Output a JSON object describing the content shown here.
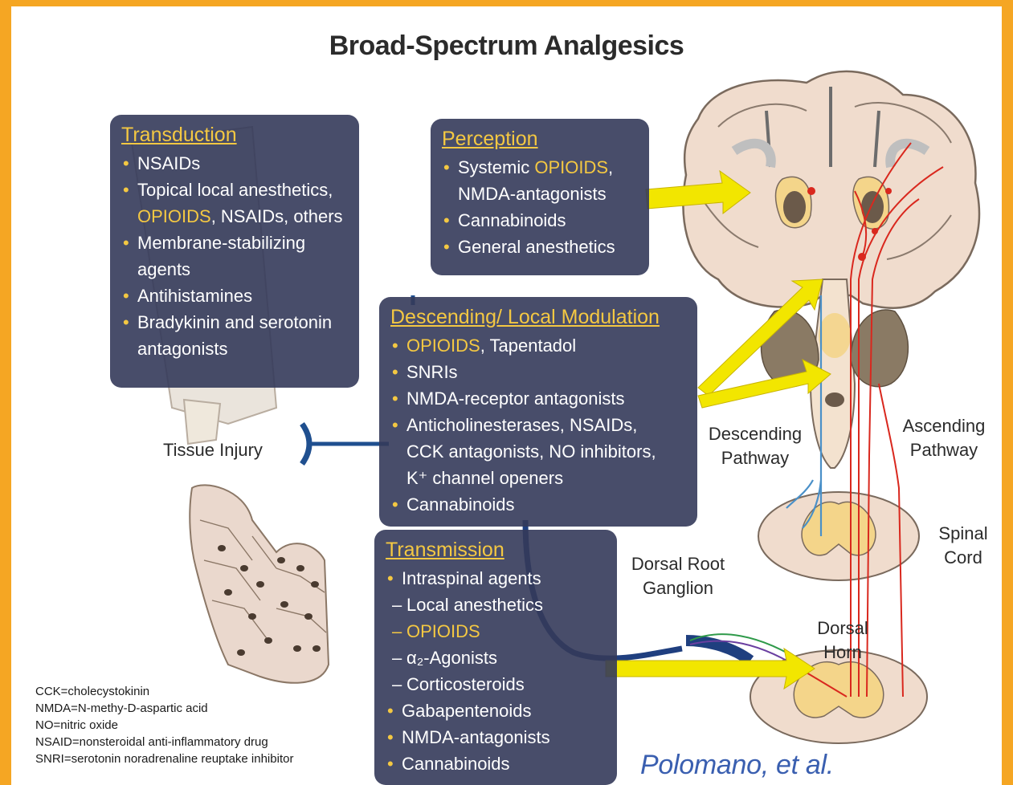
{
  "title": "Broad-Spectrum Analgesics",
  "transduction": {
    "heading": "Transduction",
    "items": [
      {
        "parts": [
          "NSAIDs"
        ]
      },
      {
        "parts": [
          "Topical local anesthetics,"
        ]
      },
      {
        "parts": [
          "OPIOIDS",
          ", NSAIDs, others"
        ],
        "cont": true
      },
      {
        "parts": [
          "Membrane-stabilizing"
        ]
      },
      {
        "parts": [
          "agents"
        ],
        "cont": true
      },
      {
        "parts": [
          "Antihistamines"
        ]
      },
      {
        "parts": [
          "Bradykinin and serotonin"
        ]
      },
      {
        "parts": [
          "antagonists"
        ],
        "cont": true
      }
    ]
  },
  "perception": {
    "heading": "Perception",
    "items": [
      {
        "parts": [
          "Systemic ",
          "OPIOIDS",
          ","
        ]
      },
      {
        "parts": [
          "NMDA-antagonists"
        ],
        "cont": true
      },
      {
        "parts": [
          "Cannabinoids"
        ]
      },
      {
        "parts": [
          "General anesthetics"
        ]
      }
    ]
  },
  "modulation": {
    "heading": "Descending/ Local Modulation",
    "items": [
      {
        "parts": [
          "OPIOIDS",
          ", Tapentadol"
        ]
      },
      {
        "parts": [
          "SNRIs"
        ]
      },
      {
        "parts": [
          "NMDA-receptor antagonists"
        ]
      },
      {
        "parts": [
          "Anticholinesterases, NSAIDs,"
        ]
      },
      {
        "parts": [
          "CCK antagonists, NO inhibitors,"
        ],
        "cont": true
      },
      {
        "parts": [
          "K⁺ channel openers"
        ],
        "cont": true
      },
      {
        "parts": [
          "Cannabinoids"
        ]
      }
    ]
  },
  "transmission": {
    "heading": "Transmission",
    "items": [
      {
        "parts": [
          "Intraspinal agents"
        ]
      },
      {
        "parts": [
          "Local anesthetics"
        ],
        "sub": true
      },
      {
        "parts": [
          "OPIOIDS"
        ],
        "sub": true,
        "yellow": true
      },
      {
        "parts": [
          "α₂-Agonists"
        ],
        "sub": true
      },
      {
        "parts": [
          "Corticosteroids"
        ],
        "sub": true
      },
      {
        "parts": [
          "Gabapentenoids"
        ]
      },
      {
        "parts": [
          "NMDA-antagonists"
        ]
      },
      {
        "parts": [
          "Cannabinoids"
        ]
      }
    ]
  },
  "labels": {
    "tissue_injury": "Tissue Injury",
    "descending_1": "Descending",
    "descending_2": "Pathway",
    "ascending_1": "Ascending",
    "ascending_2": "Pathway",
    "spinal_1": "Spinal",
    "spinal_2": "Cord",
    "drg_1": "Dorsal Root",
    "drg_2": "Ganglion",
    "horn_1": "Dorsal",
    "horn_2": "Horn"
  },
  "legend": [
    "CCK=cholecystokinin",
    "NMDA=N-methy-D-aspartic acid",
    "NO=nitric oxide",
    "NSAID=nonsteroidal anti-inflammatory drug",
    "SNRI=serotonin noradrenaline reuptake inhibitor"
  ],
  "citation": "Polomano, et al.",
  "highlight_word": "OPIOIDS",
  "colors": {
    "frame": "#f5a623",
    "box_bg": "#343a5a",
    "accent_yellow": "#f4c842",
    "ascending_red": "#d9281e",
    "descending_blue": "#4a90c8",
    "citation_blue": "#3a5fb0"
  }
}
